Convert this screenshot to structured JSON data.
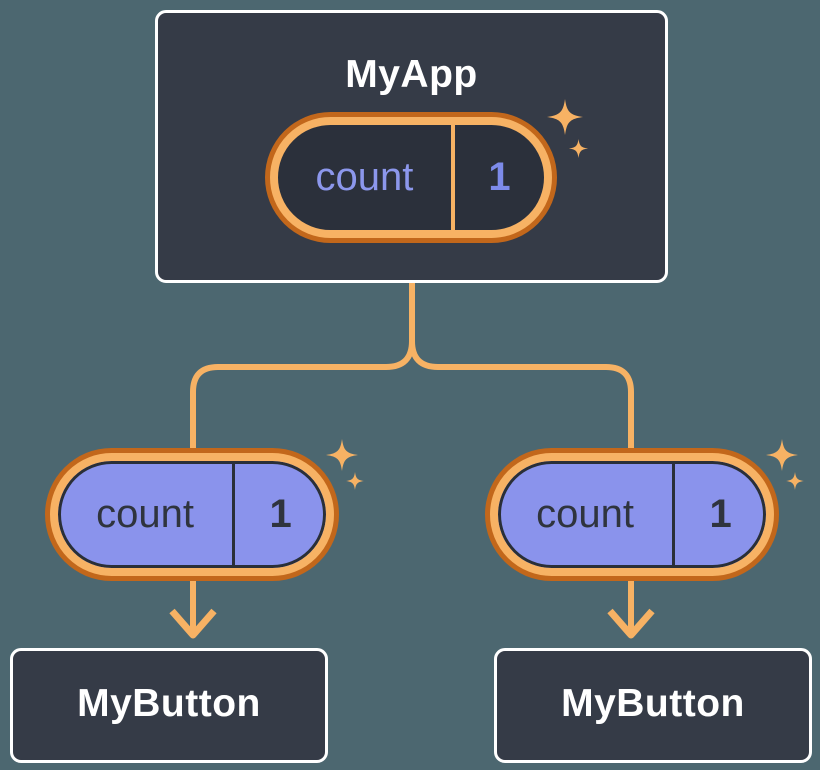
{
  "page": {
    "background_color": "#4C6770"
  },
  "colors": {
    "card_background": "#353B47",
    "card_border": "#FFFFFF",
    "title_text": "#FFFFFF",
    "orange_dark_ring": "#C2671B",
    "orange_light": "#F7B264",
    "pill_purple_fill": "#8A93EC",
    "root_pill_interior": "#2B303B",
    "root_pill_name_text": "#8C97EC",
    "root_pill_value_text": "#7D8BEA",
    "child_pill_text": "#2F343E",
    "pill_dark_outline": "#2A2F38"
  },
  "icons": {
    "sparkle": "sparkle-icon"
  },
  "root_component": {
    "title": "MyApp",
    "state_pill": {
      "name": "count",
      "value": "1"
    }
  },
  "child_components": [
    {
      "title": "MyButton",
      "prop_pill": {
        "name": "count",
        "value": "1"
      }
    },
    {
      "title": "MyButton",
      "prop_pill": {
        "name": "count",
        "value": "1"
      }
    }
  ]
}
